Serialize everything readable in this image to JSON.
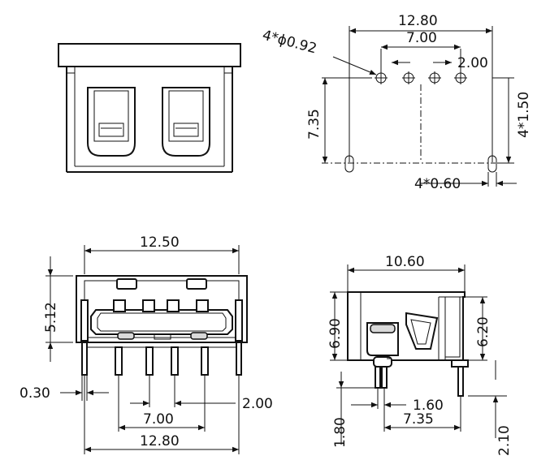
{
  "views": {
    "footprint": {
      "overall_width": "12.80",
      "pin_span": "7.00",
      "pin_pitch": "2.00",
      "hole_note": "4*ϕ0.92",
      "hole_offset": "4*1.50",
      "row_distance": "7.35",
      "slot_note": "4*0.60"
    },
    "front": {
      "housing_width": "12.50",
      "housing_height": "5.12",
      "pin_thickness": "0.30",
      "pin_pitch": "2.00",
      "pin_span": "7.00",
      "overall_width": "12.80"
    },
    "side": {
      "body_length": "10.60",
      "body_height": "6.90",
      "shell_height": "6.20",
      "pin_offset": "1.60",
      "row_distance": "7.35",
      "pin_length_left": "1.80",
      "pin_length_right": "2.10"
    }
  }
}
